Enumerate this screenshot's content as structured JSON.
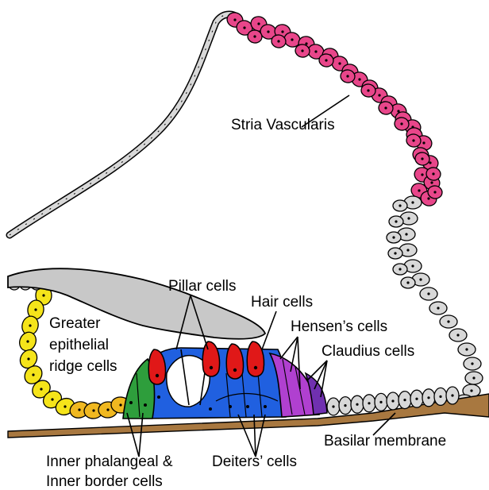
{
  "labels": {
    "stria_vascularis": "Stria Vascularis",
    "pillar_cells": "Pillar cells",
    "hair_cells": "Hair cells",
    "hensens_cells": "Hensen’s cells",
    "claudius_cells": "Claudius cells",
    "greater_epithelial_ridge_cells": [
      "Greater",
      "epithelial",
      "ridge cells"
    ],
    "inner_phalangeal_inner_border_cells": [
      "Inner phalangeal &",
      "Inner border cells"
    ],
    "deiters_cells": "Deiters’ cells",
    "basilar_membrane": "Basilar membrane"
  },
  "colors": {
    "stria_vascularis": "#e8468a",
    "epithelium": "#d8d8d8",
    "tectorial_membrane": "#c8c8c8",
    "greater_epithelial_ridge": "#f5e41a",
    "greater_epithelial_ridge_lower": "#f0b820",
    "inner_phalangeal": "#2e9e3c",
    "supporting_cells": "#2060e0",
    "hair_cells": "#e01818",
    "hensens_cells": "#b040d0",
    "claudius_cells": "#7030b0",
    "basilar_membrane": "#a87840"
  }
}
